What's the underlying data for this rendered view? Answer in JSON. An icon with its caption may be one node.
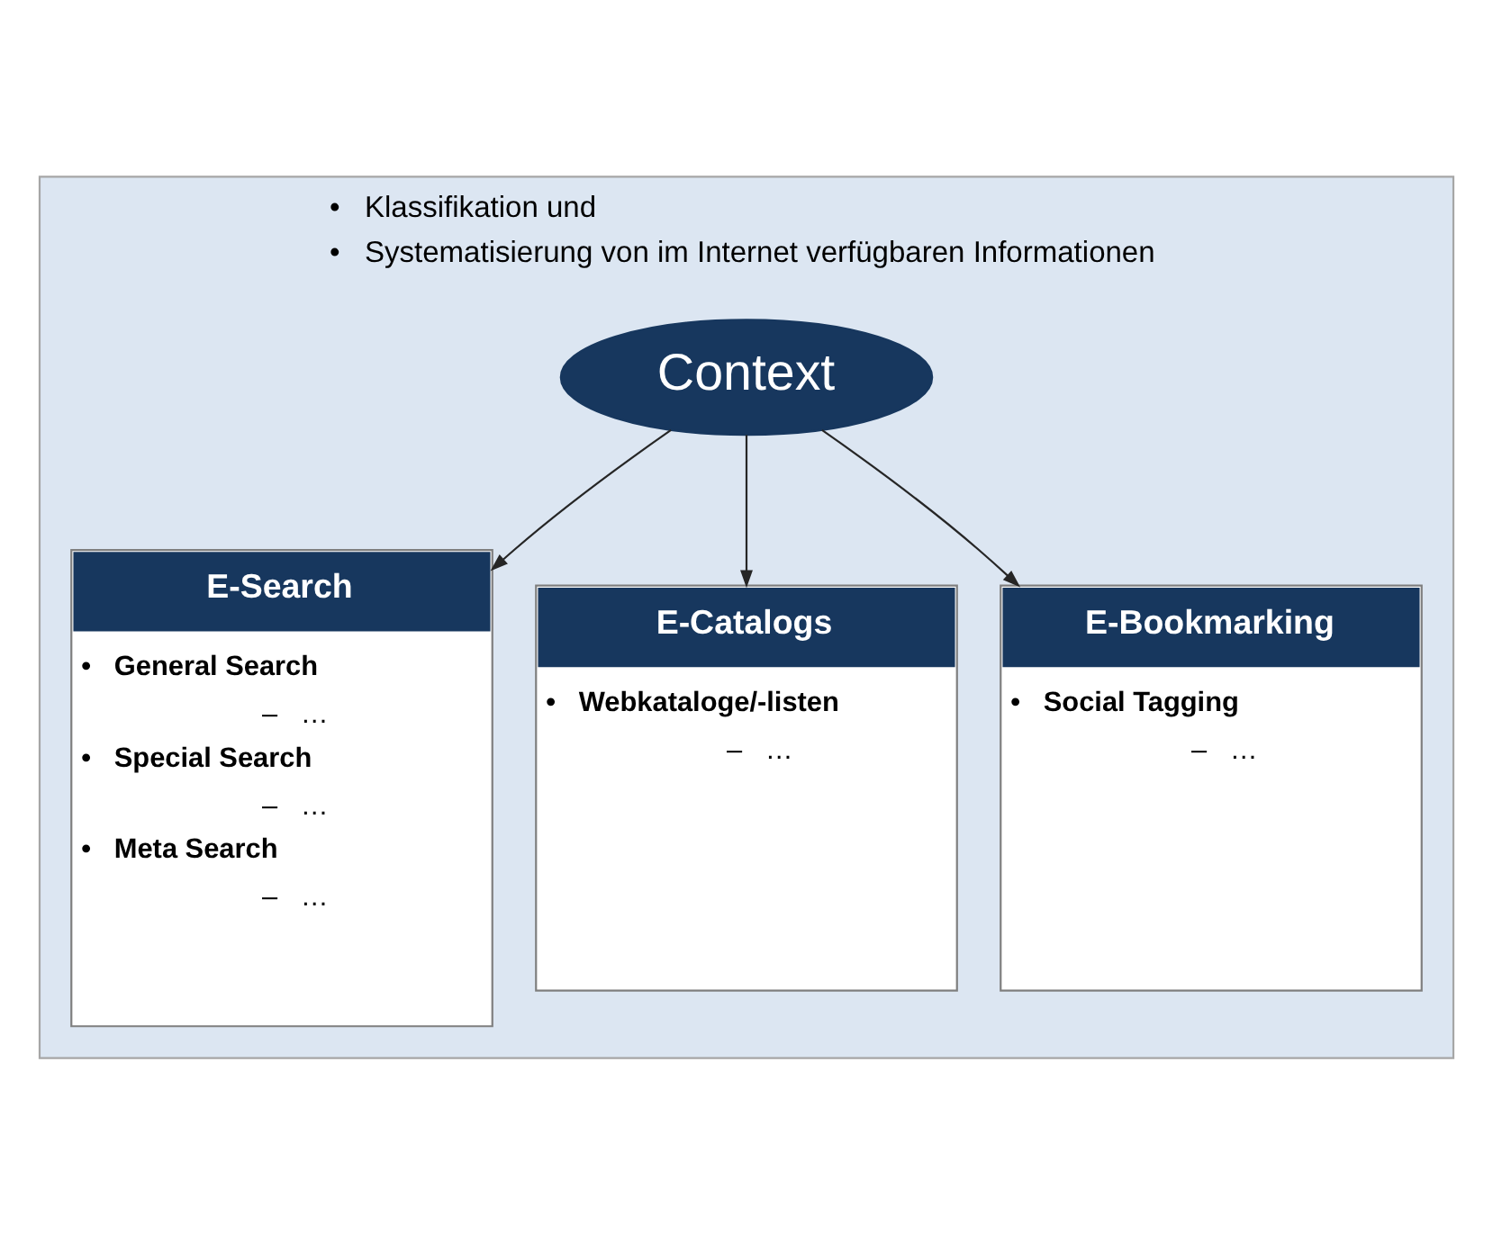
{
  "diagram": {
    "nodes": [
      {
        "text": [
          "•   Klassifikation und",
          "•   Systematisierung von im Internet verfügbaren Informationen"
        ]
      },
      {
        "text": [
          "Context"
        ],
        "in": 0
      },
      {
        "text": [
          "E-Search",
          "•   General Search",
          "–   …",
          "•   Special Search",
          "–   …",
          "•   Meta Search",
          "–   …"
        ],
        "in": 0
      },
      {
        "text": [
          "E-Catalogs",
          "•   Webkataloge/-listen",
          "–   …"
        ],
        "in": 0
      },
      {
        "text": [
          "E-Bookmarking",
          "•   Social Tagging",
          "–   …"
        ],
        "in": 0
      }
    ],
    "edges": [
      {
        "from": 1,
        "to": 2,
        "arrow": "to"
      },
      {
        "from": 1,
        "to": 3,
        "arrow": "to"
      },
      {
        "from": 1,
        "to": 4,
        "arrow": "to"
      }
    ]
  }
}
